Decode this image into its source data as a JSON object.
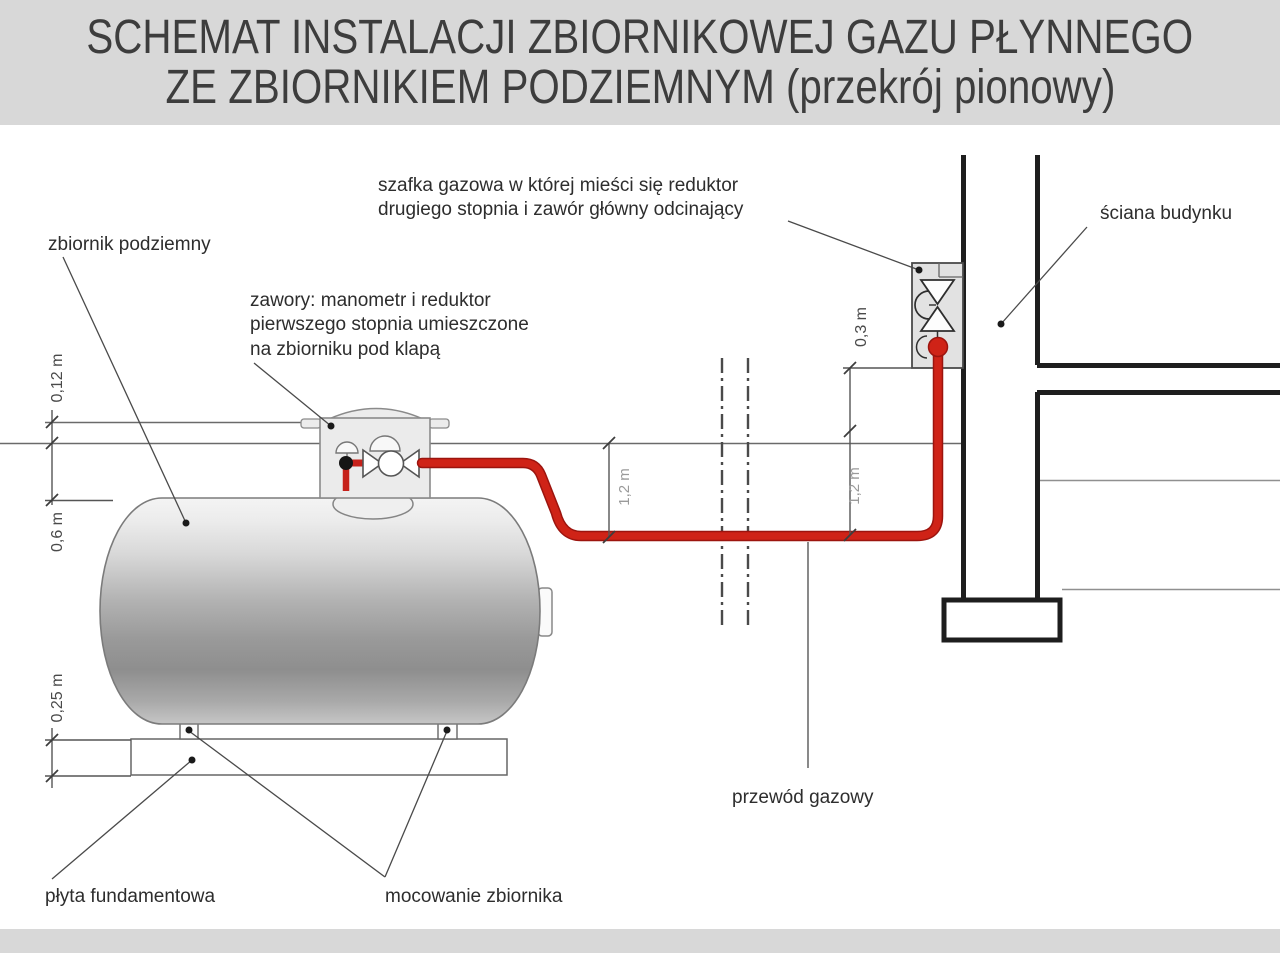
{
  "title": {
    "line1": "SCHEMAT INSTALACJI ZBIORNIKOWEJ GAZU PŁYNNEGO",
    "line2": "ZE ZBIORNIKIEM PODZIEMNYM (przekrój pionowy)"
  },
  "labels": {
    "tank": "zbiornik podziemny",
    "cabinet_line1": "szafka gazowa w której mieści się reduktor",
    "cabinet_line2": "drugiego stopnia i zawór główny odcinający",
    "wall": "ściana budynku",
    "valves_line1": "zawory: manometr i reduktor",
    "valves_line2": "pierwszego stopnia umieszczone",
    "valves_line3": "na zbiorniku pod klapą",
    "pipe": "przewód gazowy",
    "plate": "płyta fundamentowa",
    "mount": "mocowanie zbiornika"
  },
  "dimensions": {
    "cover": "0,12 m",
    "tank_top_depth": "0,6 m",
    "plate_thickness": "0,25 m",
    "pipe_depth_mid": "1,2 m",
    "pipe_depth_wall": "1,2 m",
    "cabinet_bottom": "0,3 m"
  },
  "colors": {
    "pipe": "#cf2317",
    "pipe_outline": "#9c140e",
    "band": "#d8d8d8",
    "wall": "#1e1e1e"
  }
}
